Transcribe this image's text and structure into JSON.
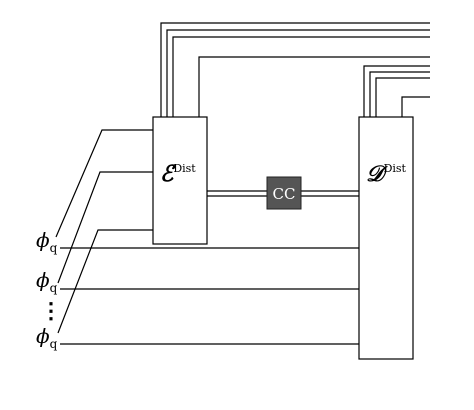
{
  "diagram": {
    "encoder": {
      "symbol": "ℰ",
      "superscript": "Dist"
    },
    "decoder": {
      "symbol": "𝒟",
      "superscript": "Dist"
    },
    "channel": {
      "label": "CC"
    },
    "inputs": [
      {
        "symbol": "ϕ",
        "subscript": "q"
      },
      {
        "symbol": "ϕ",
        "subscript": "q"
      },
      {
        "symbol": "ϕ",
        "subscript": "q"
      }
    ],
    "ellipsis": "⋮"
  },
  "colors": {
    "line": "#000000",
    "box_fill": "#ffffff",
    "channel_fill": "#555555",
    "channel_text": "#ffffff"
  }
}
